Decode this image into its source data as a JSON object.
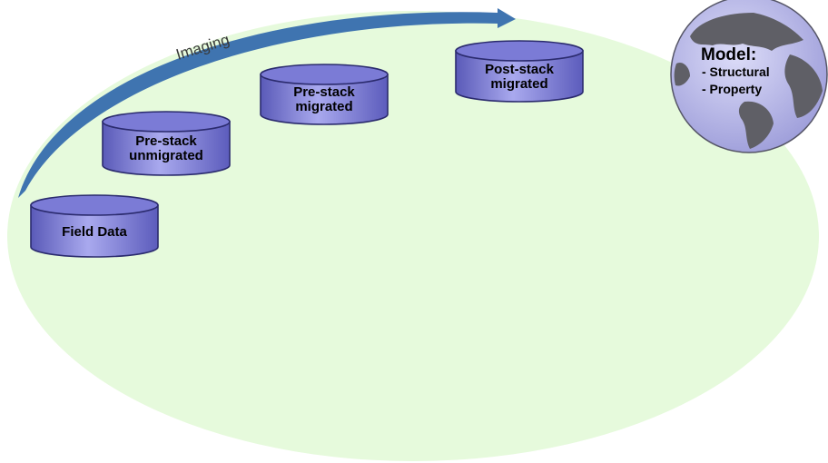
{
  "colors": {
    "background_ellipse": "#e6fadc",
    "cylinder_top": "#7b7bd6",
    "cylinder_body": "#8f8fe0",
    "cylinder_outline": "#2b2b6e",
    "arrow": "#3f74b0",
    "globe_sea": "#b9b9e8",
    "globe_land": "#5f5f66"
  },
  "arrow": {
    "label": "Imaging",
    "icon": "curved-arrow-icon"
  },
  "stores": [
    {
      "id": "field-data",
      "lines": [
        "Field Data"
      ]
    },
    {
      "id": "pre-stack-unmigrated",
      "lines": [
        "Pre-stack",
        "unmigrated"
      ]
    },
    {
      "id": "pre-stack-migrated",
      "lines": [
        "Pre-stack",
        "migrated"
      ]
    },
    {
      "id": "post-stack-migrated",
      "lines": [
        "Post-stack",
        "migrated"
      ]
    }
  ],
  "model": {
    "icon": "globe-icon",
    "title": "Model:",
    "items": [
      "- Structural",
      "- Property"
    ]
  }
}
